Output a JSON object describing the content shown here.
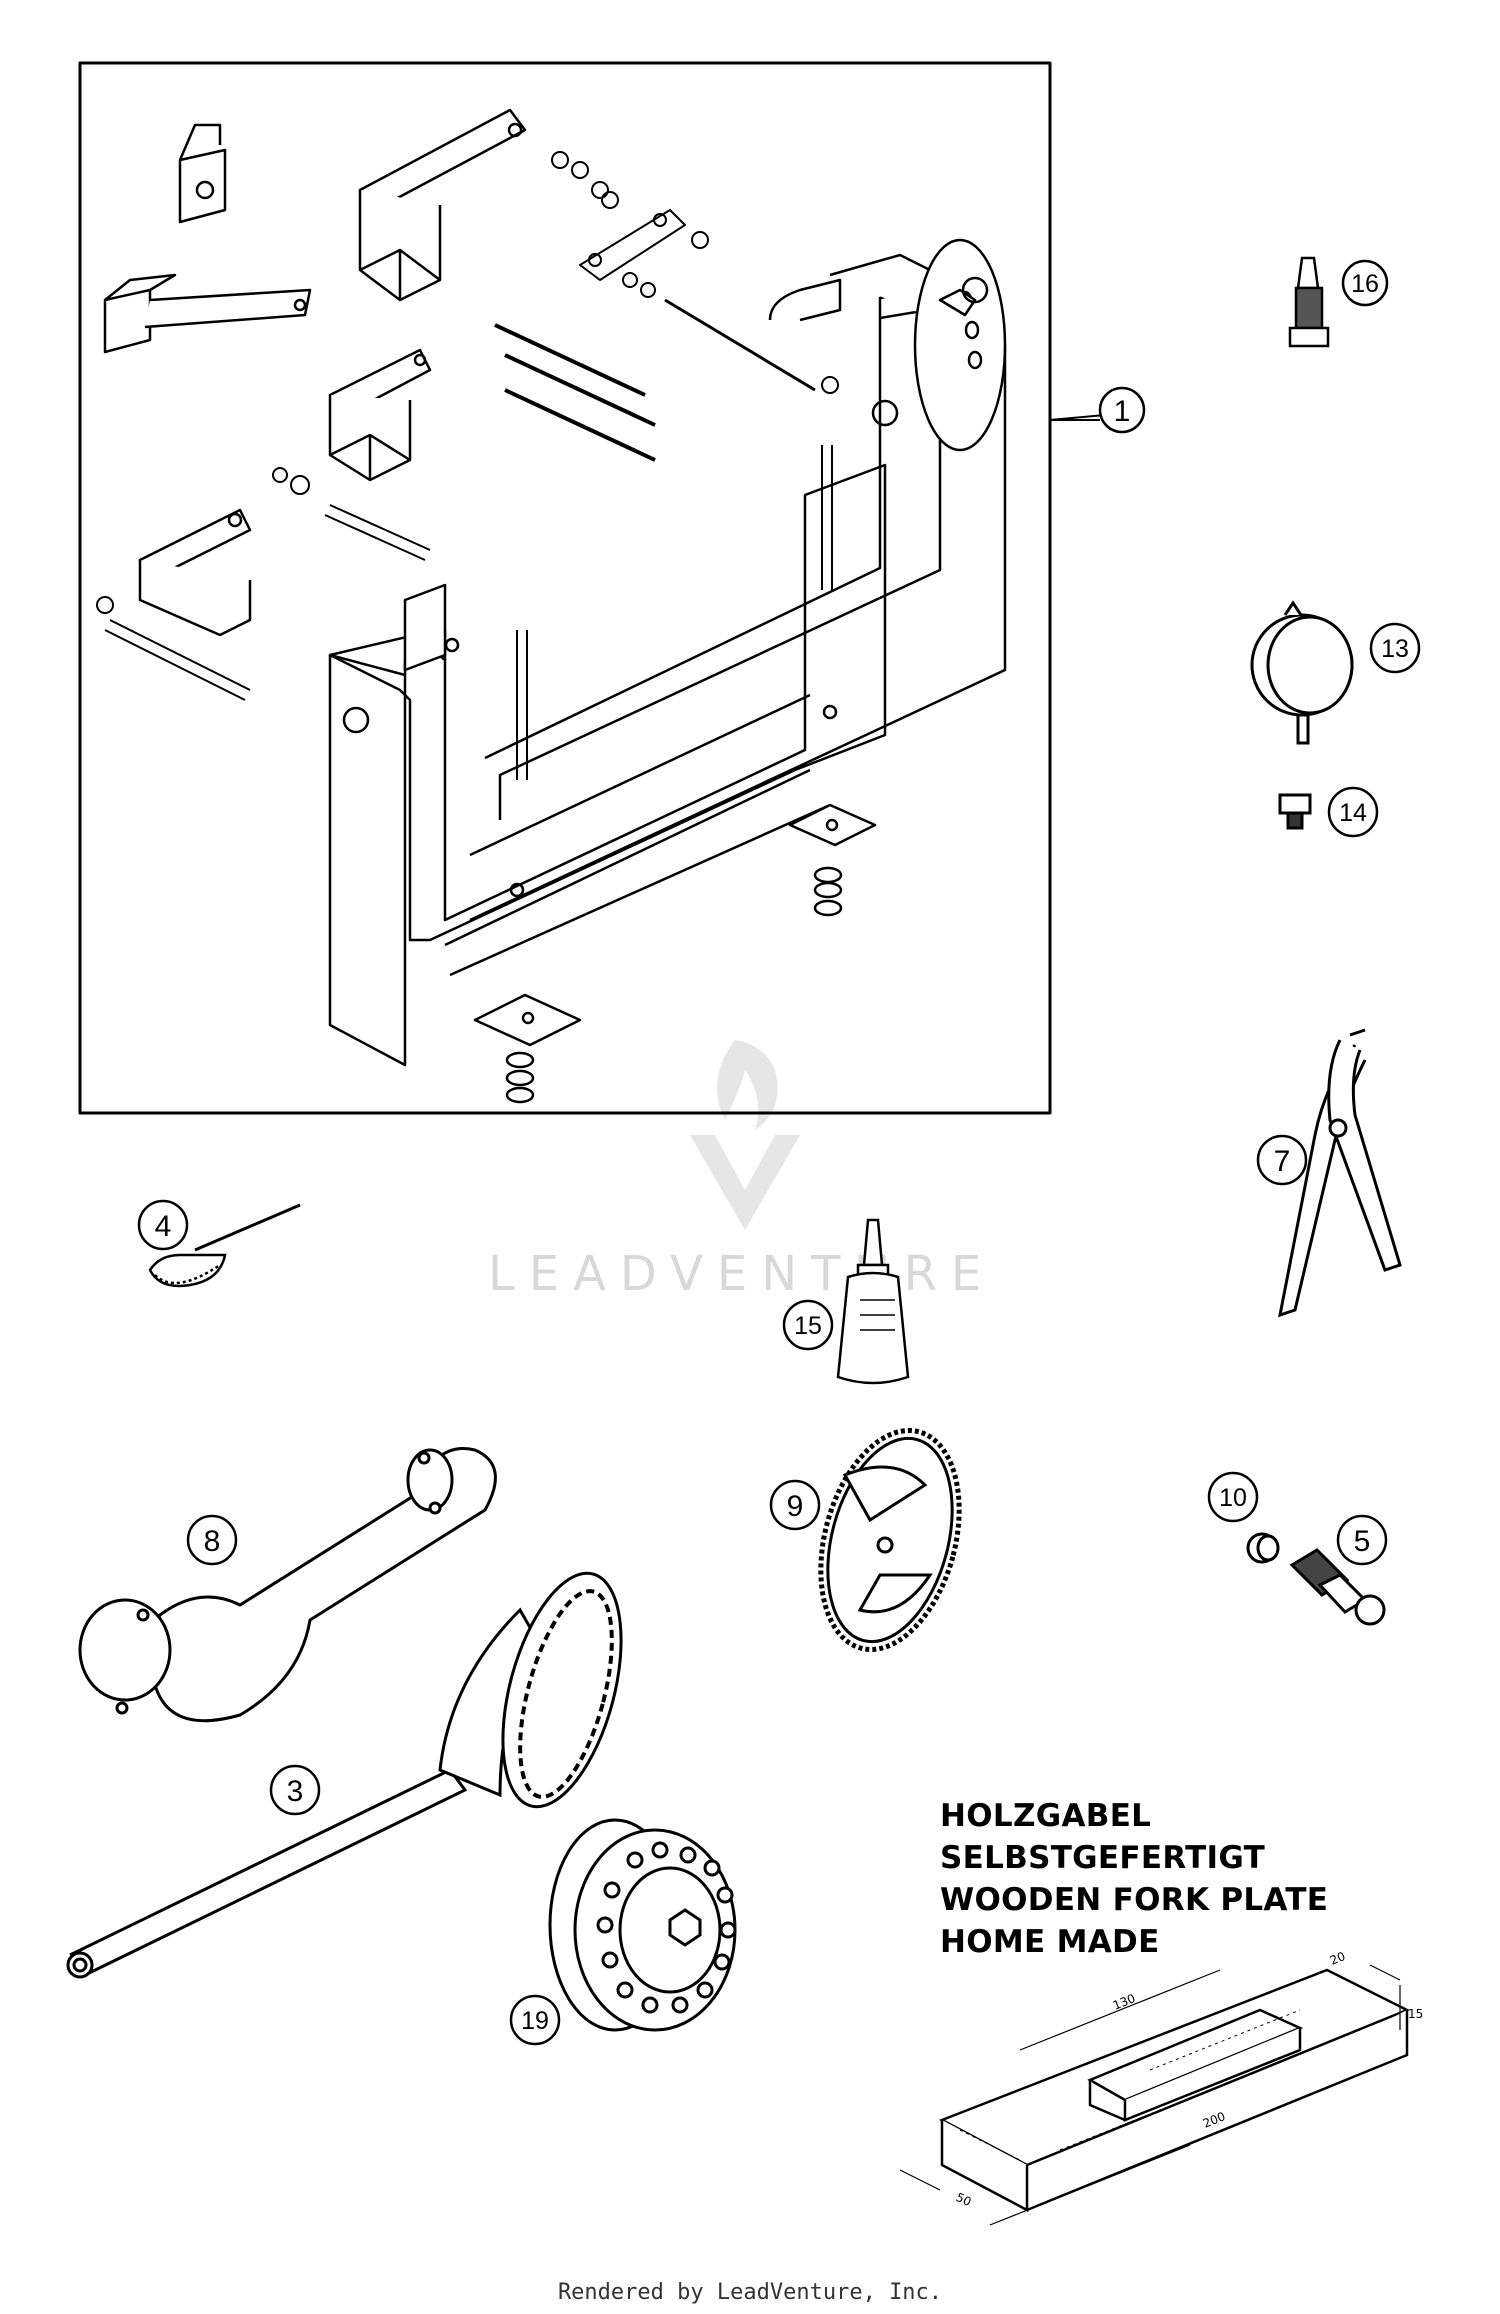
{
  "callouts": {
    "c1": "1",
    "c3": "3",
    "c4": "4",
    "c5": "5",
    "c7": "7",
    "c8": "8",
    "c9": "9",
    "c10": "10",
    "c13": "13",
    "c14": "14",
    "c15": "15",
    "c16": "16",
    "c19": "19"
  },
  "wooden_fork_note": {
    "line1": "HOLZGABEL",
    "line2": "SELBSTGEFERTIGT",
    "line3": "WOODEN FORK PLATE",
    "line4": "HOME MADE"
  },
  "dimensions": {
    "length_top": "130",
    "width_top": "20",
    "height": "15",
    "length_base": "200",
    "width_base": "50"
  },
  "watermark": "LEADVENTURE",
  "footer": "Rendered by LeadVenture, Inc."
}
